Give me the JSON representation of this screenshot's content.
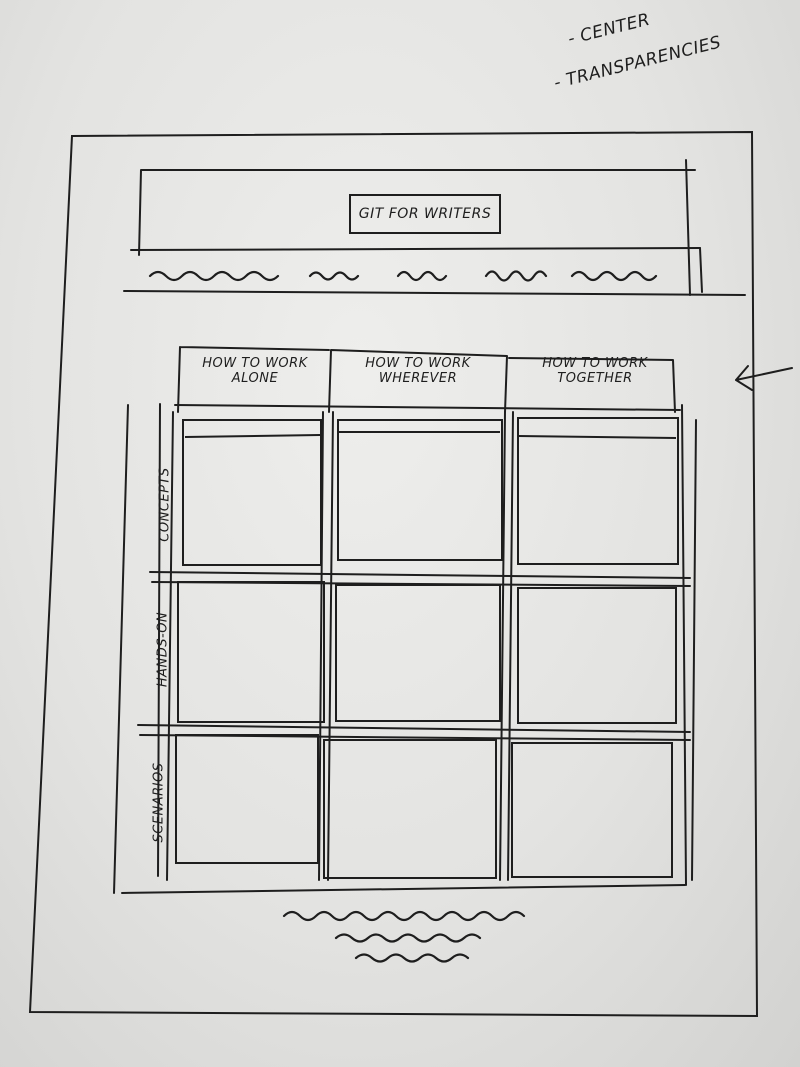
{
  "notes": [
    "- CENTER",
    "- TRANSPARENCIES"
  ],
  "title": "GIT FOR WRITERS",
  "columns": [
    "HOW TO WORK ALONE",
    "HOW TO WORK WHEREVER",
    "HOW TO WORK TOGETHER"
  ],
  "rows": [
    "CONCEPTS",
    "HANDS-ON",
    "SCENARIOS"
  ],
  "colors": {
    "ink": "#1e1e1e",
    "paper": "#e6e6e4"
  }
}
